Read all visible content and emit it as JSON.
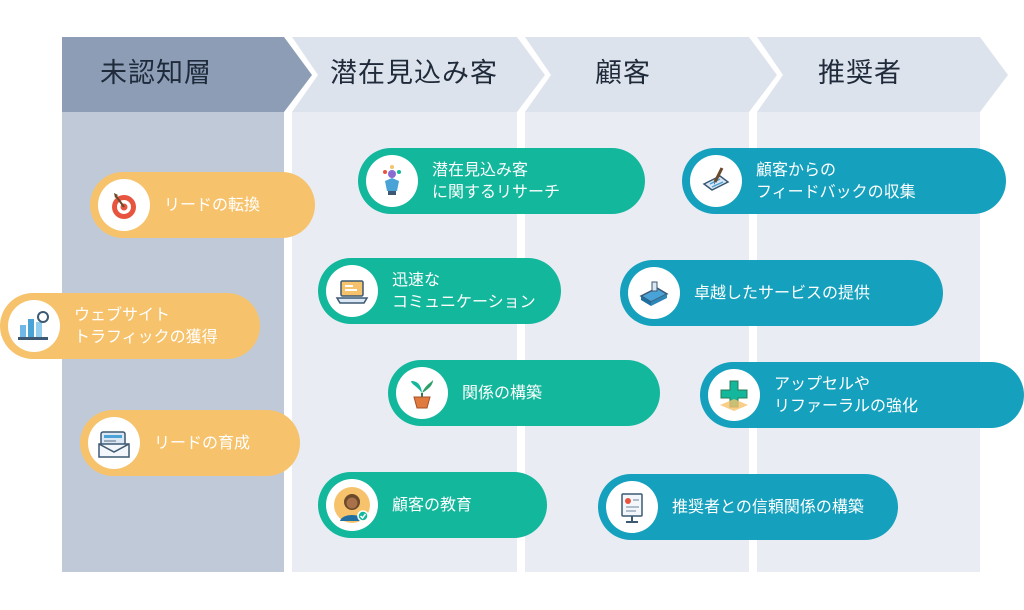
{
  "stages": [
    {
      "label": "未認知層"
    },
    {
      "label": "潜在見込み客"
    },
    {
      "label": "顧客"
    },
    {
      "label": "推奨者"
    }
  ],
  "colors": {
    "header_dark": "#8c9db5",
    "header_light": "#dde3ec",
    "column_dark": "#bfc9d7",
    "column_light": "#e9ecf2",
    "orange": "#f6c26b",
    "green": "#13b79c",
    "teal": "#15a1bd"
  },
  "activities": [
    {
      "label": "リードの転換",
      "icon": "target-icon"
    },
    {
      "label": "ウェブサイト\nトラフィックの獲得",
      "icon": "analytics-icon"
    },
    {
      "label": "リードの育成",
      "icon": "email-icon"
    },
    {
      "label": "潜在見込み客\nに関するリサーチ",
      "icon": "research-icon"
    },
    {
      "label": "迅速な\nコミュニケーション",
      "icon": "laptop-icon"
    },
    {
      "label": "関係の構築",
      "icon": "plant-icon"
    },
    {
      "label": "顧客の教育",
      "icon": "teacher-icon"
    },
    {
      "label": "顧客からの\nフィードバックの収集",
      "icon": "feedback-icon"
    },
    {
      "label": "卓越したサービスの提供",
      "icon": "service-icon"
    },
    {
      "label": "アップセルや\nリファーラルの強化",
      "icon": "growth-icon"
    },
    {
      "label": "推奨者との信頼関係の構築",
      "icon": "trust-icon"
    }
  ]
}
